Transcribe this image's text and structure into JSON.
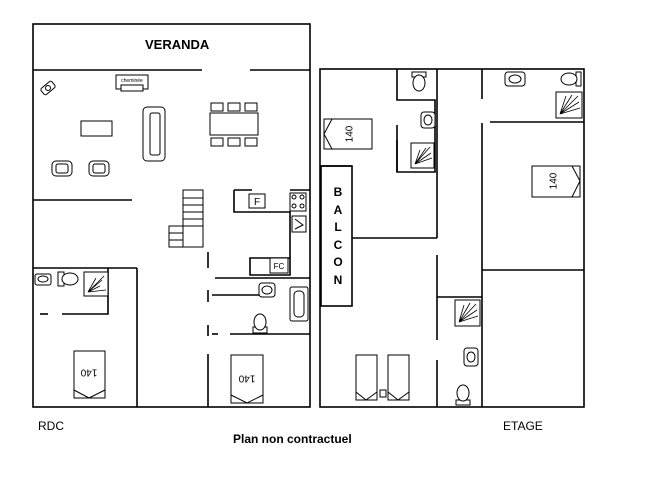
{
  "labels": {
    "veranda": "VERANDA",
    "rdc": "RDC",
    "etage": "ETAGE",
    "caption": "Plan non contractuel",
    "balcon_letters": [
      "B",
      "A",
      "L",
      "C",
      "O",
      "N"
    ],
    "fridge": "F",
    "oven": "FC",
    "chimney": "cheminée"
  },
  "beds": {
    "rdc_left": "140",
    "rdc_right": "140",
    "etage_left": "140",
    "etage_right": "140"
  },
  "icons": [
    "armchair-icon",
    "sofa-icon",
    "coffee-table-icon",
    "dining-table-icon",
    "fireplace-icon",
    "staircase-icon",
    "stove-icon",
    "sink-icon",
    "toilet-icon",
    "washbasin-icon",
    "shower-icon",
    "bathtub-icon",
    "bed-icon",
    "twin-beds-icon"
  ]
}
